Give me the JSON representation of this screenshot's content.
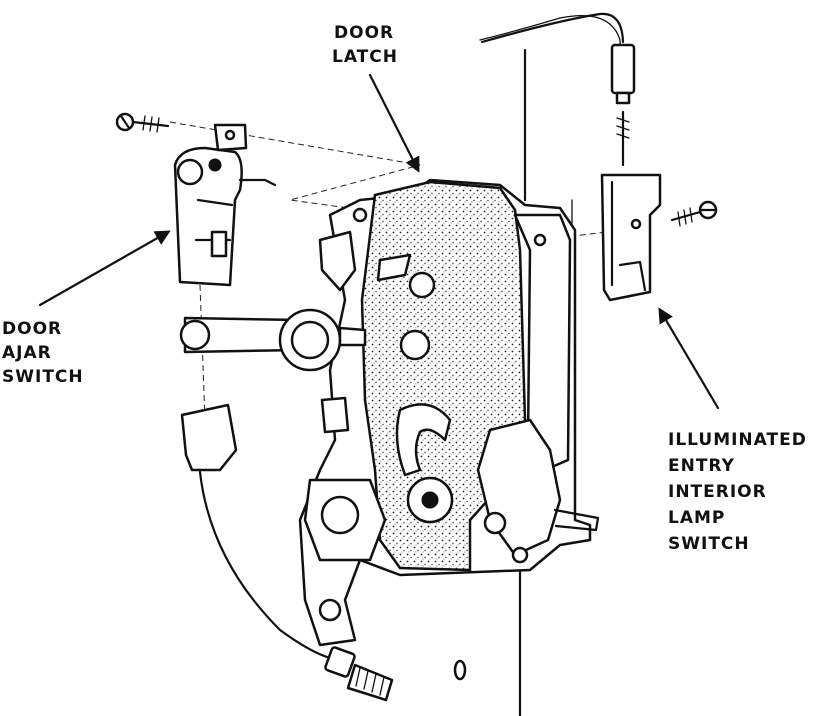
{
  "labels": {
    "door_latch": [
      "DOOR",
      "LATCH"
    ],
    "door_ajar_switch": [
      "DOOR",
      "AJAR",
      "SWITCH"
    ],
    "interior_lamp_switch": [
      "ILLUMINATED",
      "ENTRY",
      "INTERIOR",
      "LAMP",
      "SWITCH"
    ]
  },
  "colors": {
    "ink": "#111111",
    "paper": "#ffffff"
  }
}
